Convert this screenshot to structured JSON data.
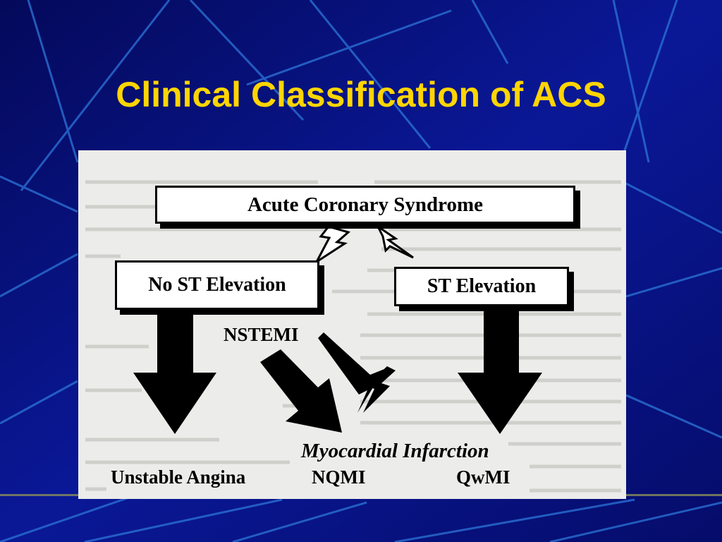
{
  "slide": {
    "title": "Clinical Classification of ACS"
  },
  "diagram": {
    "root": "Acute Coronary Syndrome",
    "branch_left": "No ST Elevation",
    "branch_right": "ST Elevation",
    "nstemi_label": "NSTEMI",
    "group_label": "Myocardial Infarction",
    "outcomes": {
      "left": "Unstable Angina",
      "middle": "NQMI",
      "right": "QwMI"
    }
  },
  "colors": {
    "background": "#06107e",
    "title": "#ffd500",
    "panel": "#ececea"
  }
}
